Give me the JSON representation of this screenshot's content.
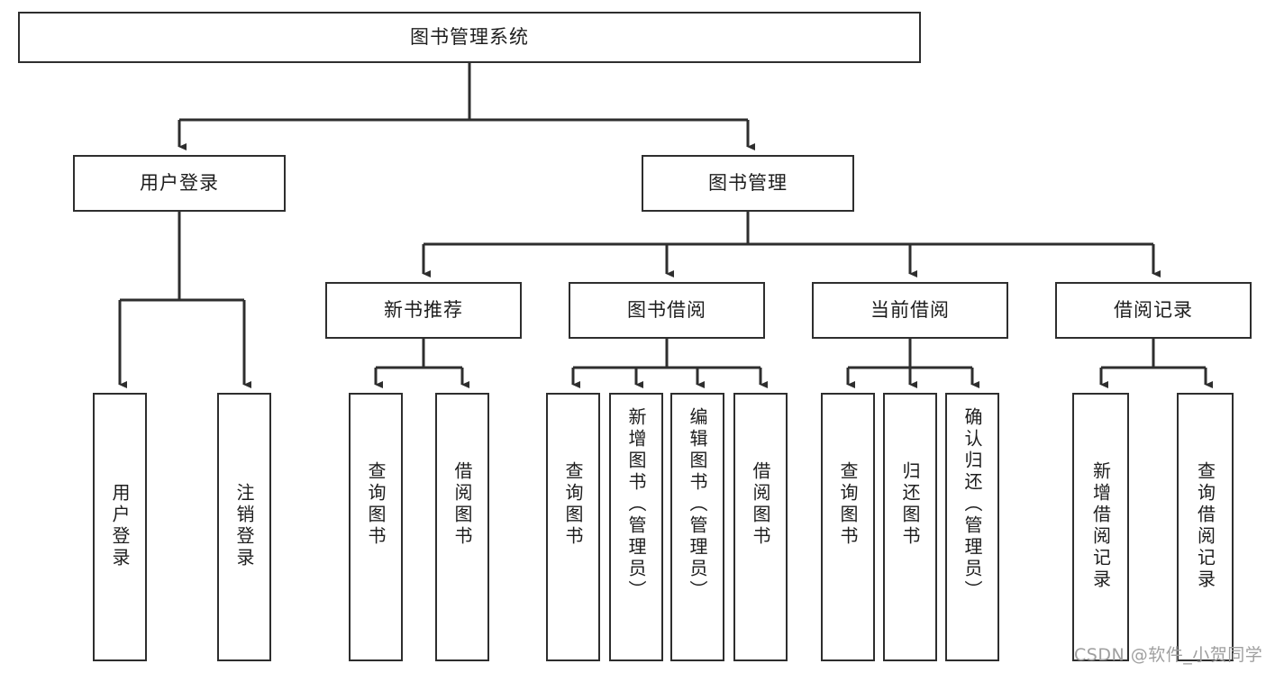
{
  "diagram": {
    "title_node": {
      "id": "root",
      "label": "图书管理系统"
    },
    "level2": [
      {
        "id": "user-login",
        "label": "用户登录"
      },
      {
        "id": "book-management",
        "label": "图书管理"
      }
    ],
    "level3": [
      {
        "id": "new-book-recommend",
        "label": "新书推荐"
      },
      {
        "id": "book-borrow",
        "label": "图书借阅"
      },
      {
        "id": "current-borrow",
        "label": "当前借阅"
      },
      {
        "id": "borrow-record",
        "label": "借阅记录"
      }
    ],
    "leaves": {
      "user_login": [
        {
          "id": "leaf-user-login",
          "label": "用户登录"
        },
        {
          "id": "leaf-logout-login",
          "label": "注销登录"
        }
      ],
      "new_book_recommend": [
        {
          "id": "leaf-query-book-1",
          "label": "查询图书"
        },
        {
          "id": "leaf-borrow-book-1",
          "label": "借阅图书"
        }
      ],
      "book_borrow": [
        {
          "id": "leaf-query-book-2",
          "label": "查询图书"
        },
        {
          "id": "leaf-add-book",
          "label": "新增图书（管理员）"
        },
        {
          "id": "leaf-edit-book",
          "label": "编辑图书（管理员）"
        },
        {
          "id": "leaf-borrow-book-2",
          "label": "借阅图书"
        }
      ],
      "current_borrow": [
        {
          "id": "leaf-query-book-3",
          "label": "查询图书"
        },
        {
          "id": "leaf-return-book",
          "label": "归还图书"
        },
        {
          "id": "leaf-confirm-return",
          "label": "确认归还（管理员）"
        }
      ],
      "borrow_record": [
        {
          "id": "leaf-add-record",
          "label": "新增借阅记录"
        },
        {
          "id": "leaf-query-record",
          "label": "查询借阅记录"
        }
      ]
    }
  },
  "watermark": {
    "text": "CSDN @软件_小贺同学"
  },
  "colors": {
    "background": "#ffffff",
    "box_border": "#2e2e2e",
    "connector": "#2e2e2e",
    "text": "#1d1d1d",
    "watermark": "#9f9f9f"
  }
}
